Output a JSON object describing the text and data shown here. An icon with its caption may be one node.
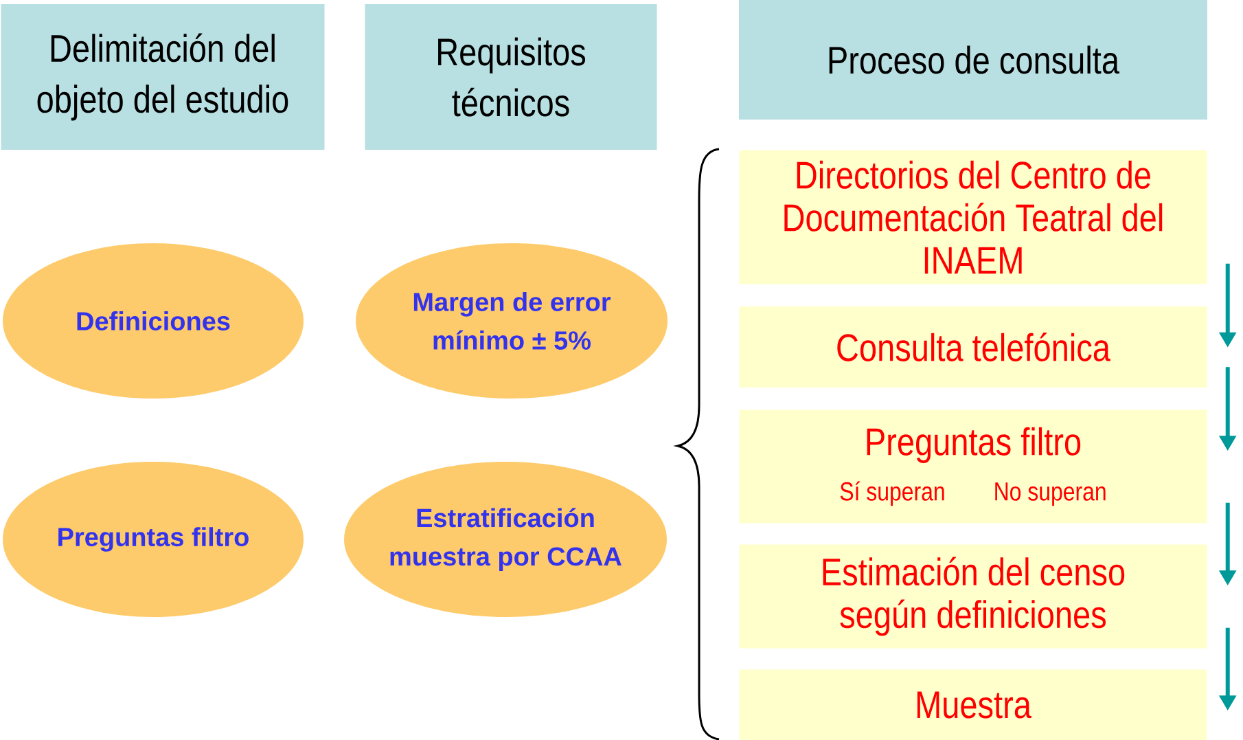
{
  "diagram": {
    "nodes": [
      {
        "text": [
          "Delimitación del objeto del estudio"
        ]
      },
      {
        "text": [
          "Requisitos técnicos"
        ]
      },
      {
        "text": [
          "Proceso de consulta"
        ]
      },
      {
        "text": [
          "Definiciones"
        ]
      },
      {
        "text": [
          "Margen de error mínimo ± 5%"
        ]
      },
      {
        "text": [
          "Preguntas filtro"
        ]
      },
      {
        "text": [
          "Estratificación muestra por CCAA"
        ]
      },
      {
        "text": [
          "Directorios del Centro de Documentación Teatral del INAEM"
        ]
      },
      {
        "text": [
          "Consulta telefónica"
        ]
      },
      {
        "text": [
          "Preguntas filtro",
          "Sí superan",
          "No superan"
        ]
      },
      {
        "text": [
          "Estimación del censo según definiciones"
        ]
      },
      {
        "text": [
          "Muestra"
        ]
      }
    ],
    "edges": [
      {
        "from": 7,
        "to": 8,
        "arrow": "to",
        "color": "#009999"
      },
      {
        "from": 8,
        "to": 9,
        "arrow": "to",
        "color": "#009999"
      },
      {
        "from": 9,
        "to": 10,
        "arrow": "to",
        "color": "#009999"
      },
      {
        "from": 10,
        "to": 11,
        "arrow": "to",
        "color": "#009999"
      }
    ]
  }
}
